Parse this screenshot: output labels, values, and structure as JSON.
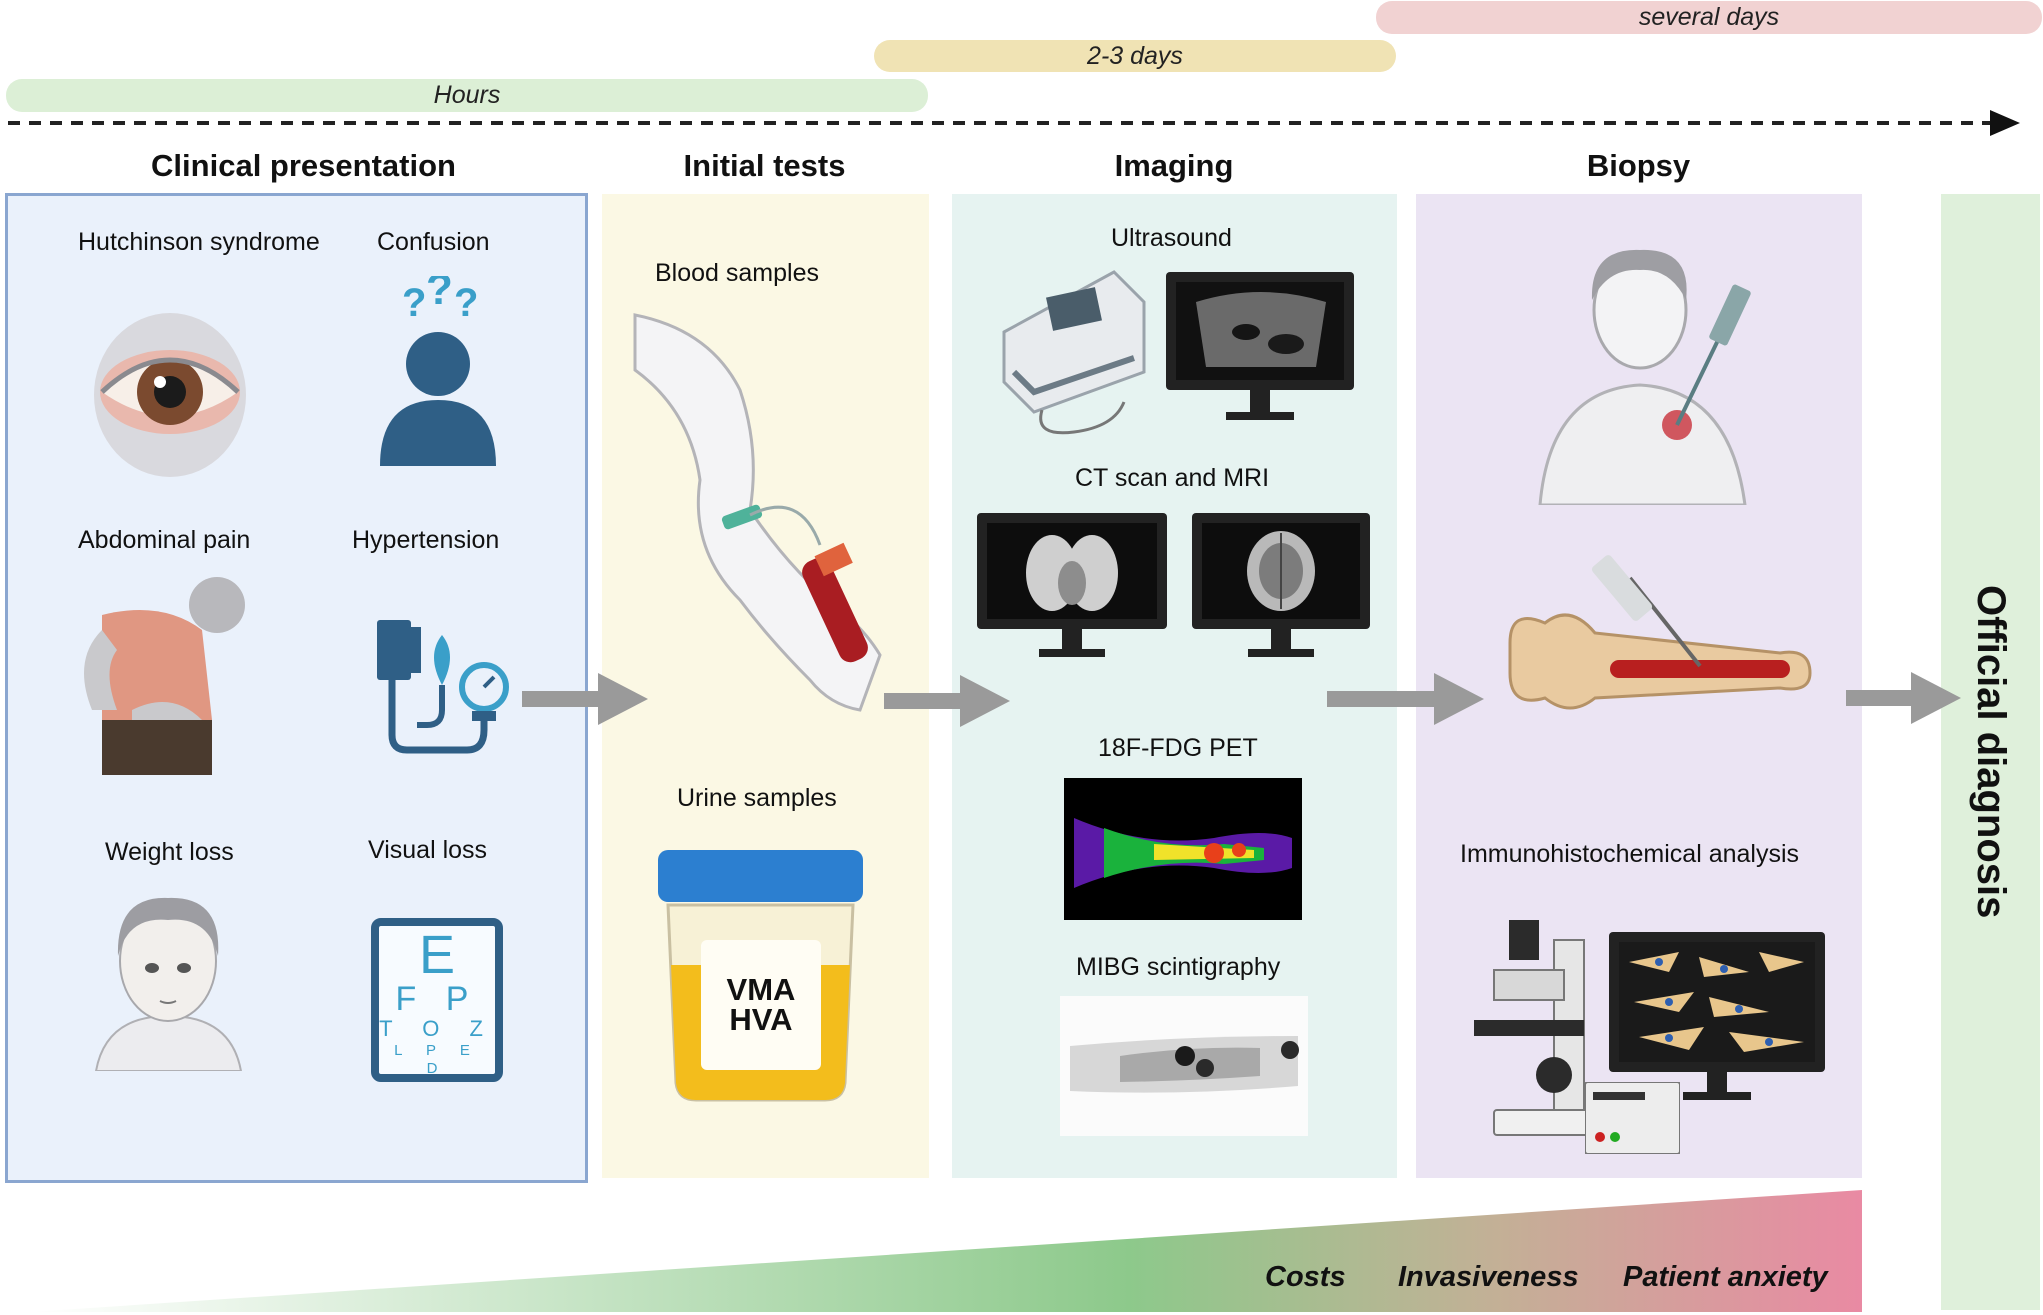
{
  "timeline": {
    "bars": [
      {
        "label": "several days"
      },
      {
        "label": "2-3 days"
      },
      {
        "label": "Hours"
      }
    ]
  },
  "headers": {
    "clinical": "Clinical presentation",
    "initial": "Initial tests",
    "imaging": "Imaging",
    "biopsy": "Biopsy"
  },
  "clinical": {
    "items": [
      {
        "label": "Hutchinson syndrome",
        "icon": "eye-icon"
      },
      {
        "label": "Confusion",
        "icon": "confused-person-icon"
      },
      {
        "label": "Abdominal pain",
        "icon": "abdominal-pain-person-icon"
      },
      {
        "label": "Hypertension",
        "icon": "blood-pressure-monitor-icon"
      },
      {
        "label": "Weight loss",
        "icon": "thin-child-face-icon"
      },
      {
        "label": "Visual loss",
        "icon": "eye-chart-icon"
      }
    ],
    "eye_chart": {
      "row1": "E",
      "row2": "F P",
      "row3": "T O Z",
      "row4": "L P E D"
    }
  },
  "initial": {
    "blood": "Blood samples",
    "urine": "Urine samples",
    "jar_line1": "VMA",
    "jar_line2": "HVA"
  },
  "imaging": {
    "ultrasound": "Ultrasound",
    "ct_mri": "CT scan and MRI",
    "pet": "18F-FDG PET",
    "mibg": "MIBG scintigraphy"
  },
  "biopsy": {
    "ihc": "Immunohistochemical analysis"
  },
  "outcome": "Official diagnosis",
  "gradient_labels": {
    "costs": "Costs",
    "invasiveness": "Invasiveness",
    "anxiety": "Patient anxiety"
  },
  "colors": {
    "clinical_bg": "#eaf1fb",
    "clinical_border": "#8aa6d0",
    "initial_bg": "#fbf8e4",
    "imaging_bg": "#e6f3f1",
    "biopsy_bg": "#ebe4f3",
    "outcome_bg": "#dff0db",
    "hours_bar": "#dcefd6",
    "days_bar": "#f0e3b4",
    "several_bar": "#f1d2d2",
    "icon_blue": "#2f5f86",
    "icon_cyan": "#3a9fc9"
  }
}
